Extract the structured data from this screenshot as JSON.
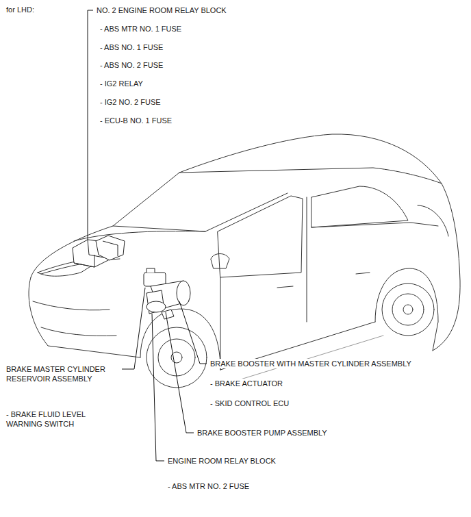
{
  "diagram": {
    "title": "for LHD:",
    "labels": [
      "NO. 2 ENGINE ROOM RELAY BLOCK",
      "- ABS MTR NO. 1 FUSE",
      "- ABS NO. 1 FUSE",
      "- ABS NO. 2 FUSE",
      "- IG2 RELAY",
      "- IG2 NO. 2 FUSE",
      "- ECU-B NO. 1 FUSE",
      "BRAKE MASTER CYLINDER RESERVOIR ASSEMBLY",
      "- BRAKE FLUID LEVEL WARNING SWITCH",
      "BRAKE BOOSTER WITH MASTER CYLINDER ASSEMBLY",
      "- BRAKE ACTUATOR",
      "- SKID CONTROL ECU",
      "BRAKE BOOSTER PUMP ASSEMBLY",
      "ENGINE ROOM RELAY BLOCK",
      "- ABS MTR NO. 2 FUSE"
    ]
  }
}
